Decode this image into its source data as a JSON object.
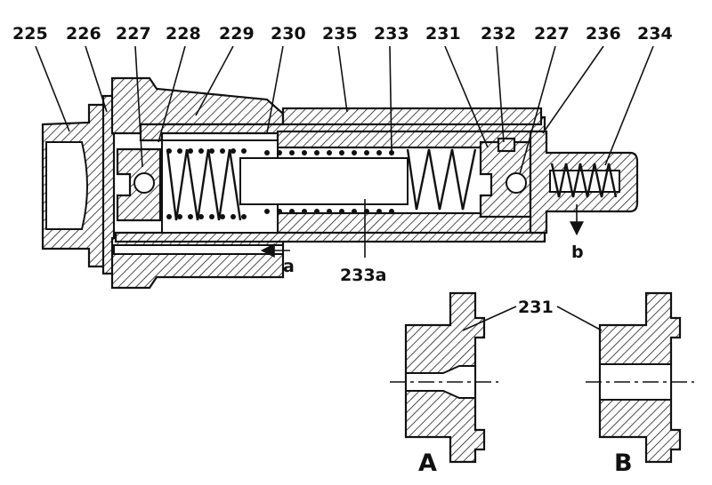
{
  "labels": {
    "top": [
      "225",
      "226",
      "227",
      "228",
      "229",
      "230",
      "235",
      "233",
      "231",
      "232",
      "227",
      "236",
      "234"
    ],
    "port_a": "a",
    "port_b": "b",
    "bore": "233a",
    "detail_part": "231",
    "view_a": "A",
    "view_b": "B"
  }
}
